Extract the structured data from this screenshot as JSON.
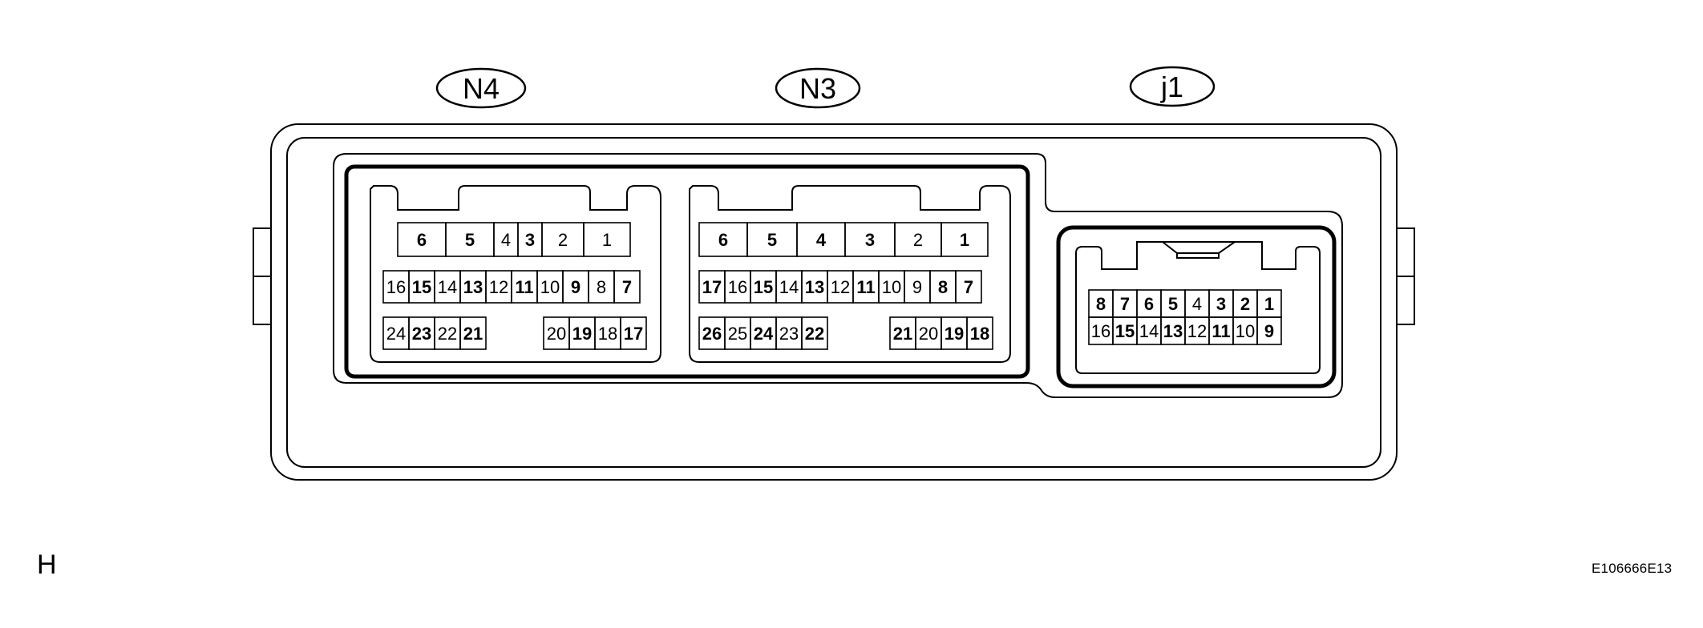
{
  "labels": {
    "n4": "N4",
    "n3": "N3",
    "j1": "j1"
  },
  "page_letter": "H",
  "figure_code": "E106666E13",
  "connectors": {
    "n4": {
      "row1": [
        "6",
        "5",
        "4",
        "3",
        "2",
        "1"
      ],
      "row2": [
        "16",
        "15",
        "14",
        "13",
        "12",
        "11",
        "10",
        "9",
        "8",
        "7"
      ],
      "row3_left": [
        "24",
        "23",
        "22",
        "21"
      ],
      "row3_right": [
        "20",
        "19",
        "18",
        "17"
      ]
    },
    "n3": {
      "row1": [
        "6",
        "5",
        "4",
        "3",
        "2",
        "1"
      ],
      "row2": [
        "17",
        "16",
        "15",
        "14",
        "13",
        "12",
        "11",
        "10",
        "9",
        "8",
        "7"
      ],
      "row3_left": [
        "26",
        "25",
        "24",
        "23",
        "22"
      ],
      "row3_right": [
        "21",
        "20",
        "19",
        "18"
      ]
    },
    "j1": {
      "row1": [
        "8",
        "7",
        "6",
        "5",
        "4",
        "3",
        "2",
        "1"
      ],
      "row2": [
        "16",
        "15",
        "14",
        "13",
        "12",
        "11",
        "10",
        "9"
      ]
    }
  }
}
